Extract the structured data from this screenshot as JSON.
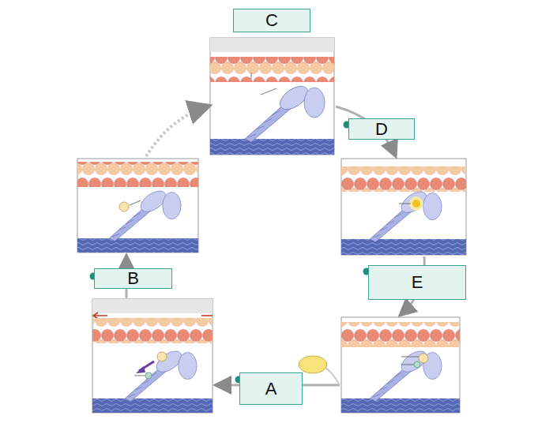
{
  "diagram": {
    "nodes": [
      {
        "text": [
          "C"
        ]
      },
      {
        "text": [
          "D"
        ]
      },
      {
        "text": [
          "B"
        ]
      },
      {
        "text": [
          "E"
        ]
      },
      {
        "text": [
          "A"
        ]
      }
    ]
  }
}
